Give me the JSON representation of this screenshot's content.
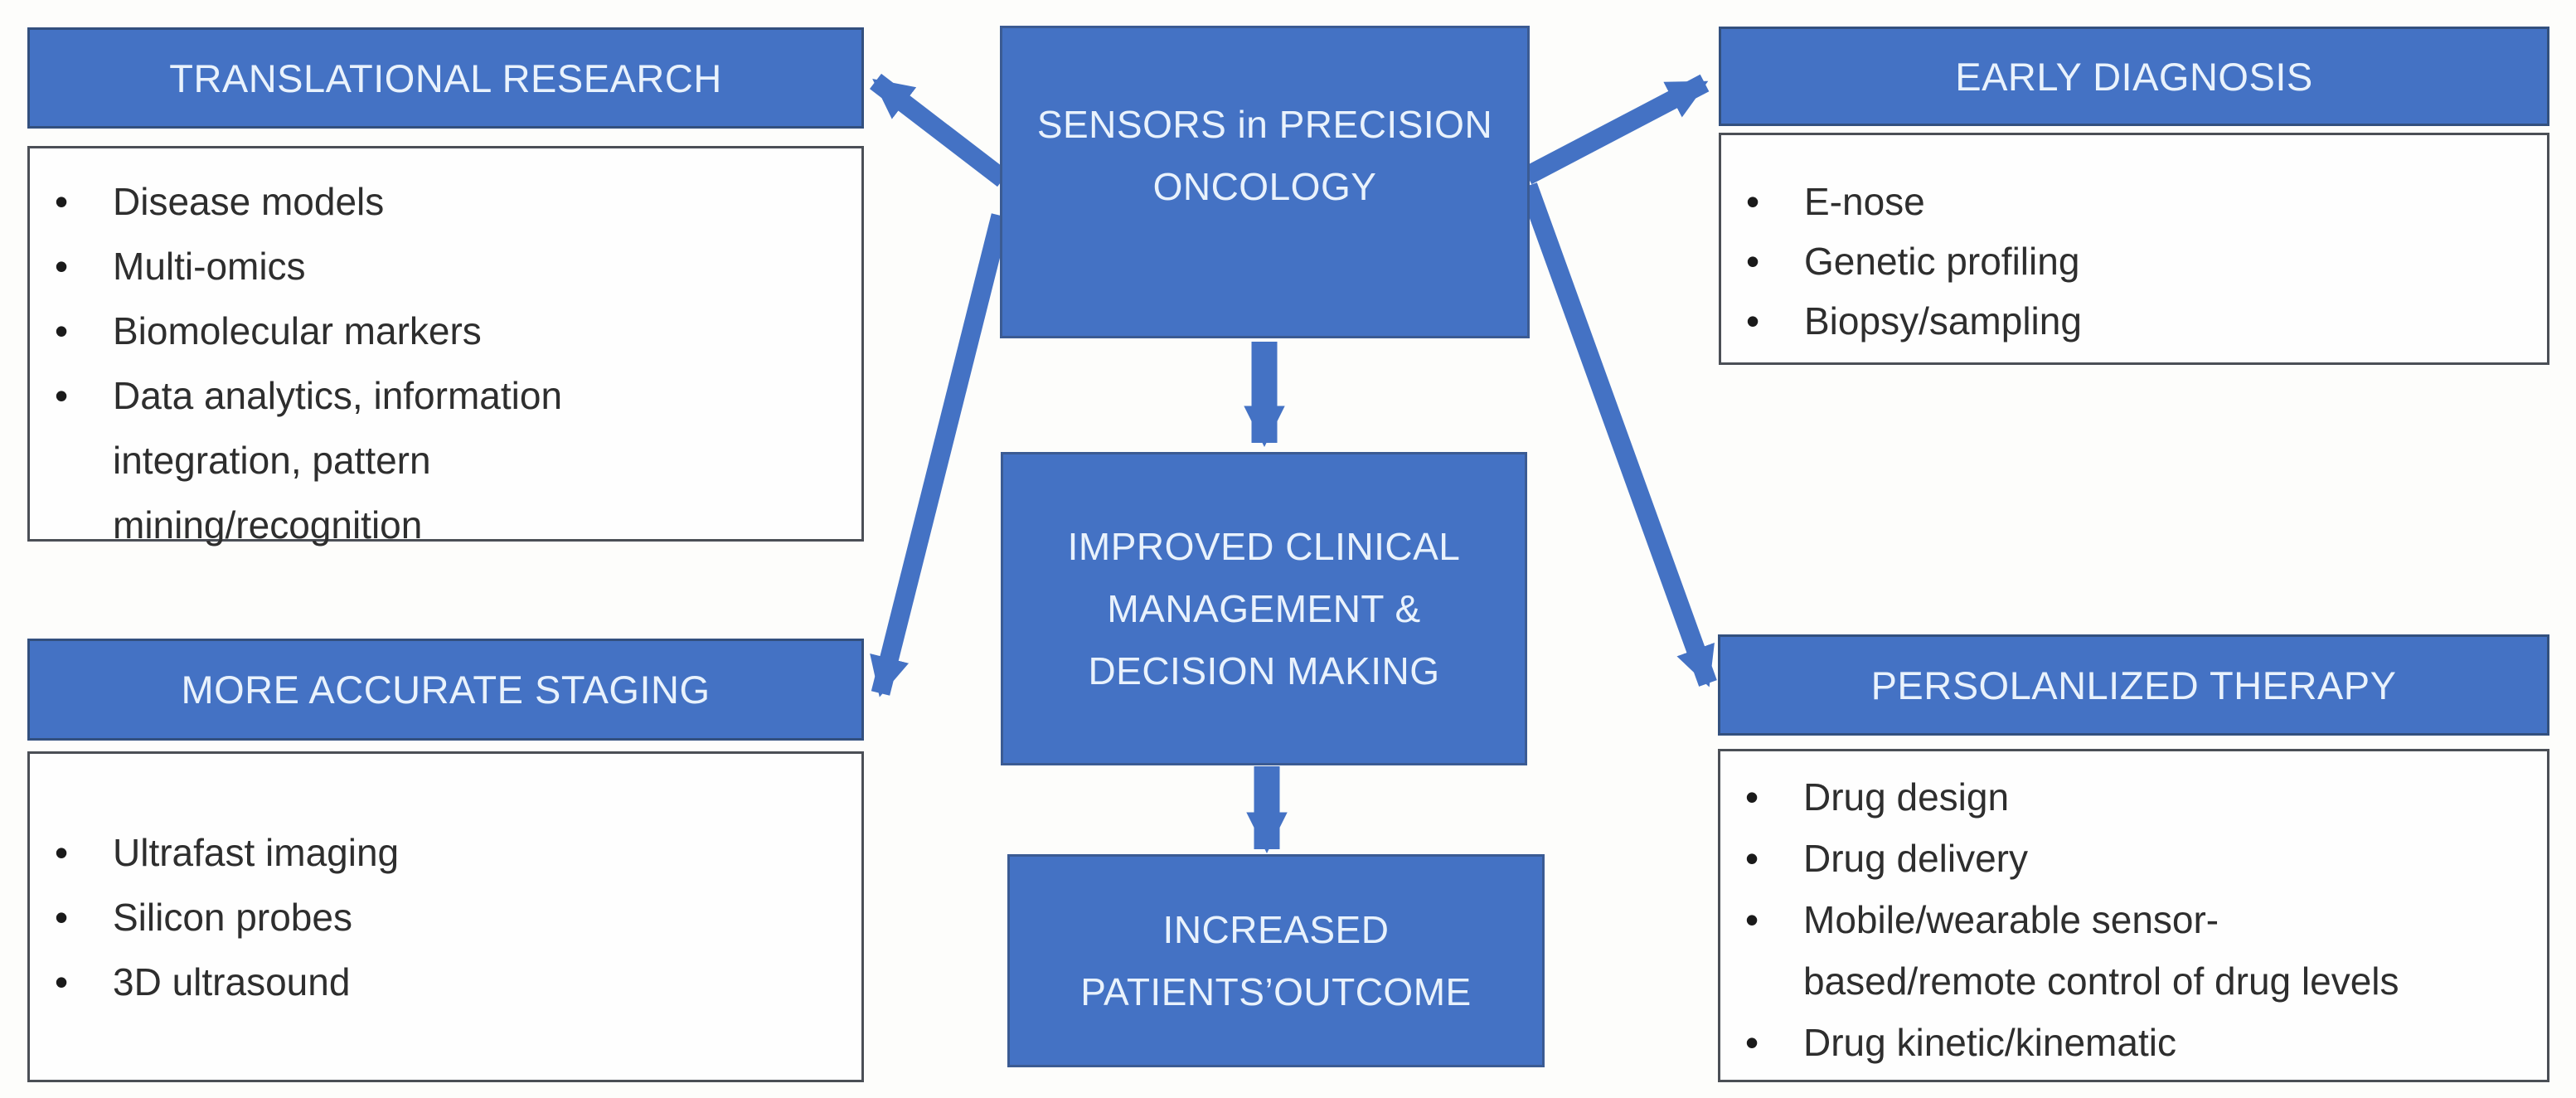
{
  "diagram_title": "SENSORS in PRECISION ONCOLOGY flow diagram",
  "colors": {
    "box_blue": "#4472C4",
    "arrow_blue": "#4472C4",
    "panel_border": "#4b4f56",
    "header_text": "#e9f2fc",
    "bullet_text": "#2e2e2e",
    "background": "#fdfdfb"
  },
  "glyphs": {
    "bullet": "•"
  },
  "center_flow": {
    "sensors_box": "SENSORS in PRECISION\nONCOLOGY",
    "improved_box": "IMPROVED CLINICAL\nMANAGEMENT &\nDECISION MAKING",
    "outcome_box": "INCREASED\nPATIENTS’OUTCOME"
  },
  "branches": {
    "translational_research": {
      "title": "TRANSLATIONAL RESEARCH",
      "items": [
        "Disease models",
        "Multi-omics",
        "Biomolecular markers",
        "Data analytics, information\nintegration, pattern\nmining/recognition"
      ]
    },
    "early_diagnosis": {
      "title": "EARLY DIAGNOSIS",
      "items": [
        "E-nose",
        "Genetic profiling",
        "Biopsy/sampling"
      ]
    },
    "more_accurate_staging": {
      "title": "MORE ACCURATE STAGING",
      "items": [
        "Ultrafast imaging",
        "Silicon probes",
        "3D ultrasound"
      ]
    },
    "personalized_therapy": {
      "title": "PERSOLANLIZED THERAPY",
      "items": [
        "Drug design",
        "Drug delivery",
        "Mobile/wearable sensor-\nbased/remote control of drug levels",
        "Drug kinetic/kinematic"
      ]
    }
  }
}
